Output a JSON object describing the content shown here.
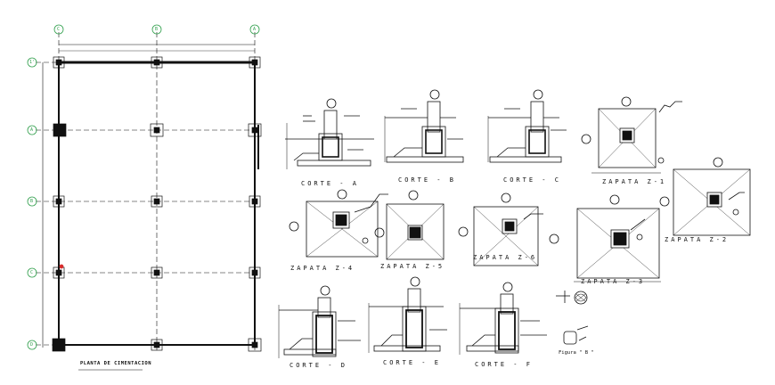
{
  "plan": {
    "title": "PLANTA DE CIMENTACION",
    "column_axes": [
      "C",
      "B",
      "A"
    ],
    "row_axes": [
      "1'",
      "A",
      "B",
      "C",
      "D"
    ]
  },
  "sections": {
    "corte_1": "CORTE - A",
    "corte_2": "CORTE - B",
    "corte_3": "CORTE - C",
    "corte_4": "CORTE - D",
    "corte_5": "CORTE - E",
    "corte_6": "CORTE - F"
  },
  "footings": {
    "z1": "ZAPATA Z-1",
    "z2": "ZAPATA Z-2",
    "z3": "ZAPATA Z-3",
    "z4": "ZAPATA Z-4",
    "z5": "ZAPATA Z-5",
    "z6": "ZAPATA Z-6"
  },
  "figure_label": "Figura \" B \"",
  "colors": {
    "line": "#111111",
    "axis_bubble": "#2e9e4a",
    "marker": "#d62b2b"
  }
}
